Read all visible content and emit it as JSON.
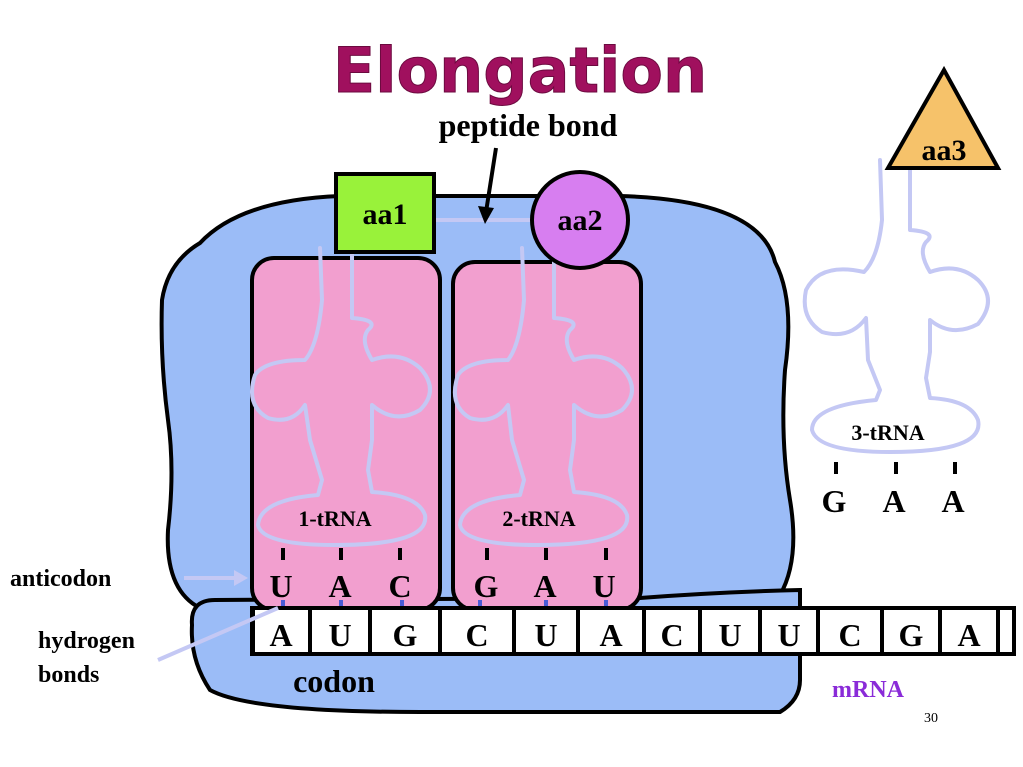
{
  "title": "Elongation",
  "peptide_bond_label": "peptide bond",
  "amino_acids": {
    "aa1": "aa1",
    "aa2": "aa2",
    "aa3": "aa3"
  },
  "trnas": [
    {
      "label": "1-tRNA",
      "anticodon": [
        "U",
        "A",
        "C"
      ]
    },
    {
      "label": "2-tRNA",
      "anticodon": [
        "G",
        "A",
        "U"
      ]
    },
    {
      "label": "3-tRNA",
      "anticodon": [
        "G",
        "A",
        "A"
      ]
    }
  ],
  "mrna": {
    "label": "mRNA",
    "bases": [
      "A",
      "U",
      "G",
      "C",
      "U",
      "A",
      "C",
      "U",
      "U",
      "C",
      "G",
      "A"
    ]
  },
  "labels": {
    "anticodon": "anticodon",
    "hydrogen_bonds_line1": "hydrogen",
    "hydrogen_bonds_line2": "bonds",
    "codon": "codon"
  },
  "slide_number": "30",
  "colors": {
    "ribosome": "#9bbcf7",
    "trna_site": "#f29fcf",
    "aa1": "#99f23a",
    "aa2": "#d77ef0",
    "aa3": "#f6c26a",
    "title": "#a0105e",
    "trna_outline": "#c4c8f4",
    "mrna_label": "#8a2bd8",
    "hbond": "#4a5cd6"
  }
}
